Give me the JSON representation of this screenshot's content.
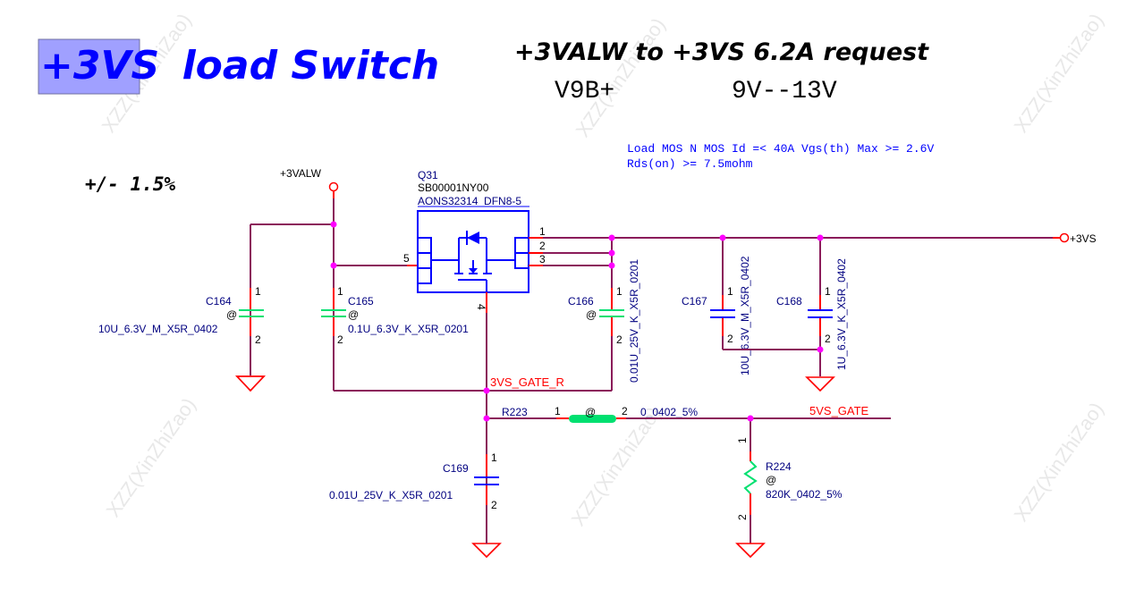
{
  "header": {
    "title_highlight": "+3VS",
    "title_rest": "load Switch",
    "subtitle": "+3VALW to +3VS 6.2A request",
    "voltage_source": "V9B+",
    "voltage_range": "9V--13V",
    "tolerance": "+/- 1.5%"
  },
  "note": {
    "line1": "Load MOS N MOS Id =< 40A Vgs(th) Max >= 2.6V",
    "line2": "Rds(on) >= 7.5mohm"
  },
  "nets": {
    "input": "+3VALW",
    "output": "+3VS",
    "gate_r": "3VS_GATE_R",
    "gate": "5VS_GATE"
  },
  "colors": {
    "wire": "#8b1c5a",
    "pin": "#ff0000",
    "symbol": "#0000ff",
    "unpopulated": "#00e070",
    "junction": "#ff00ff",
    "ref_text": "#000080",
    "title": "#0000ff",
    "title_highlight_bg": "#a0a0ff"
  },
  "components": {
    "q31": {
      "ref": "Q31",
      "part_no": "SB00001NY00",
      "value": "AONS32314_DFN8-5",
      "pins": [
        "1",
        "2",
        "3",
        "4",
        "5"
      ]
    },
    "c164": {
      "ref": "C164",
      "mark": "@",
      "value": "10U_6.3V_M_X5R_0402",
      "pin1": "1",
      "pin2": "2"
    },
    "c165": {
      "ref": "C165",
      "mark": "@",
      "value": "0.1U_6.3V_K_X5R_0201",
      "pin1": "1",
      "pin2": "2"
    },
    "c166": {
      "ref": "C166",
      "mark": "@",
      "value": "0.01U_25V_K_X5R_0201",
      "pin1": "1",
      "pin2": "2"
    },
    "c167": {
      "ref": "C167",
      "value": "10U_6.3V_M_X5R_0402",
      "pin1": "1",
      "pin2": "2"
    },
    "c168": {
      "ref": "C168",
      "value": "1U_6.3V_K_X5R_0402",
      "pin1": "1",
      "pin2": "2"
    },
    "c169": {
      "ref": "C169",
      "value": "0.01U_25V_K_X5R_0201",
      "pin1": "1",
      "pin2": "2"
    },
    "r223": {
      "ref": "R223",
      "mark": "@",
      "value": "0_0402_5%",
      "pin1": "1",
      "pin2": "2"
    },
    "r224": {
      "ref": "R224",
      "mark": "@",
      "value": "820K_0402_5%",
      "pin1": "1",
      "pin2": "2"
    }
  },
  "watermark": "XZZ(XinZhiZao)"
}
